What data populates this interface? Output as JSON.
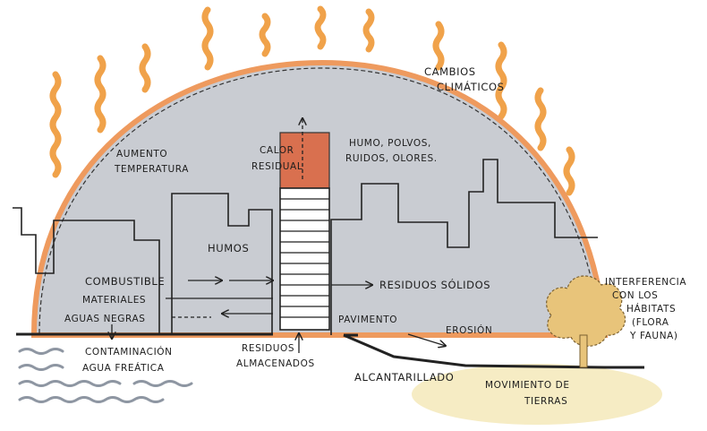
{
  "labels": {
    "cambios_l1": "CAMBIOS",
    "cambios_l2": "CLIMÁTICOS",
    "aumento_l1": "AUMENTO",
    "aumento_l2": "TEMPERATURA",
    "calor_l1": "CALOR",
    "calor_l2": "RESIDUAL",
    "humo_l1": "HUMO, POLVOS,",
    "humo_l2": "RUIDOS, OLORES.",
    "humos": "HUMOS",
    "combustible": "COMBUSTIBLE",
    "materiales": "MATERIALES",
    "aguas_negras": "AGUAS NEGRAS",
    "residuos_solidos": "RESIDUOS SÓLIDOS",
    "pavimento": "PAVIMENTO",
    "erosion": "EROSIÓN",
    "contaminacion_l1": "CONTAMINACIÓN",
    "contaminacion_l2": "AGUA FREÁTICA",
    "residuos_alm_l1": "RESIDUOS",
    "residuos_alm_l2": "ALMACENADOS",
    "alcantarillado": "ALCANTARILLADO",
    "movimiento_l1": "MOVIMIENTO DE",
    "movimiento_l2": "TIERRAS",
    "interferencia_l1": "INTERFERENCIA",
    "interferencia_l2": "CON LOS",
    "interferencia_l3": "HÁBITATS",
    "interferencia_l4": "(FLORA",
    "interferencia_l5": "Y FAUNA)"
  },
  "colors": {
    "dome_fill": "#c9ccd2",
    "dome_edge": "#ee9a5e",
    "heat_wave": "#f0a24a",
    "chimney_top": "#d9704f",
    "tree": "#e8c47a",
    "soil": "#f6ecc4",
    "water": "#8e96a2"
  }
}
